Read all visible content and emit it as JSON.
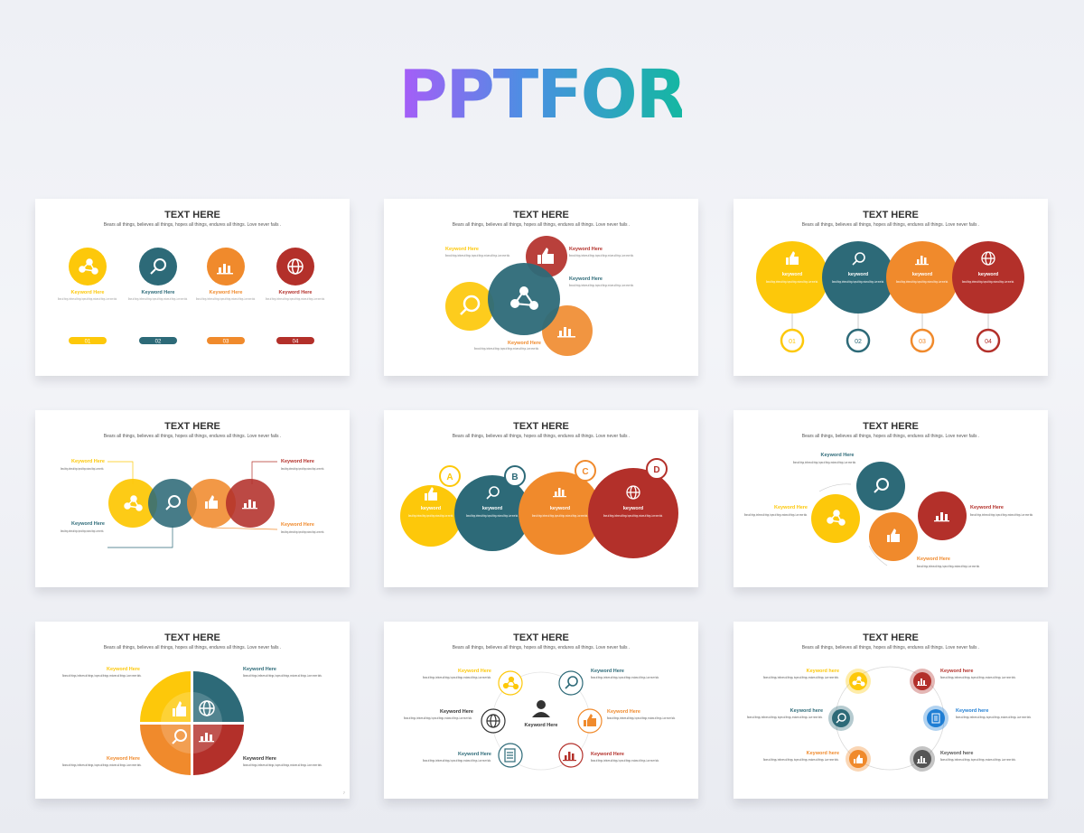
{
  "brand": {
    "logo_text": "PPTFOR",
    "gradient": [
      "#7b5cf5",
      "#4a90e2",
      "#13b8a0"
    ]
  },
  "colors": {
    "yellow": "#fdc80a",
    "teal": "#2d6a78",
    "orange": "#f08a2c",
    "red": "#b3302a",
    "dark": "#333333",
    "gray": "#777777"
  },
  "common": {
    "title": "TEXT HERE",
    "subtitle": "Bears all things, believes all things, hopes all things, endures all things. Love never fails .",
    "keyword": "Keyword Here",
    "keyword_lower": "keyword",
    "keyword_here_lower": "Keyword here",
    "body": "Bears all things, believes all things, hopes all things, endures all things. Love never fails .",
    "body_short": "Bears all things, believes all things, hopes all things, endures all things. Love never fails ."
  },
  "slides": {
    "s1": {
      "numbers": [
        "01",
        "02",
        "03",
        "04"
      ]
    },
    "s3": {
      "numbers": [
        "01",
        "02",
        "03",
        "04"
      ]
    },
    "s5": {
      "letters": [
        "A",
        "B",
        "C",
        "D"
      ]
    },
    "s7": {
      "page": "7"
    },
    "s8": {
      "center_label": "Keyword Here"
    }
  },
  "icons": [
    "molecule-icon",
    "search-icon",
    "chart-icon",
    "globe-icon",
    "thumbs-up-icon",
    "document-icon",
    "person-icon"
  ]
}
